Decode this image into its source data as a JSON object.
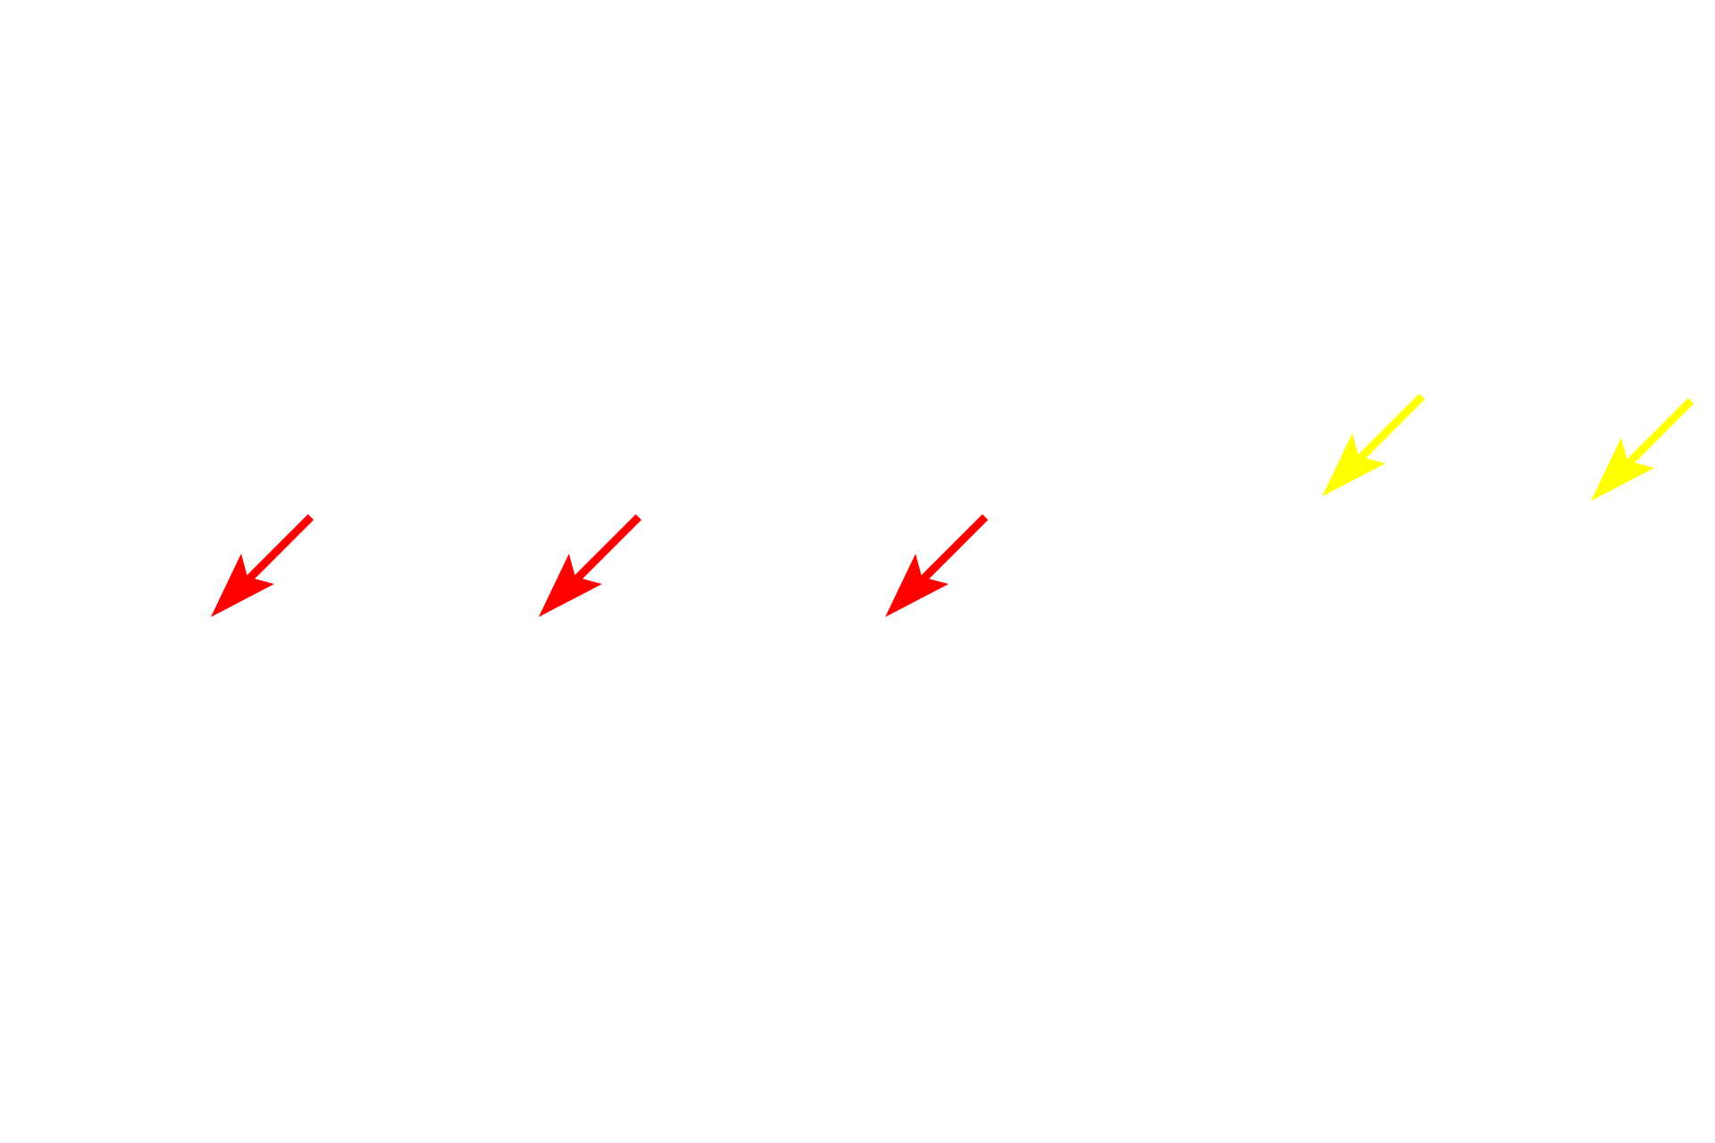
{
  "canvas": {
    "background": "#ffffff"
  },
  "arrows": [
    {
      "color": "#ff0000",
      "direction": "down-left",
      "icon": "arrow-down-left-icon"
    },
    {
      "color": "#ff0000",
      "direction": "down-left",
      "icon": "arrow-down-left-icon"
    },
    {
      "color": "#ff0000",
      "direction": "down-left",
      "icon": "arrow-down-left-icon"
    },
    {
      "color": "#ffff00",
      "direction": "down-left",
      "icon": "arrow-down-left-icon"
    },
    {
      "color": "#ffff00",
      "direction": "down-left",
      "icon": "arrow-down-left-icon"
    }
  ]
}
